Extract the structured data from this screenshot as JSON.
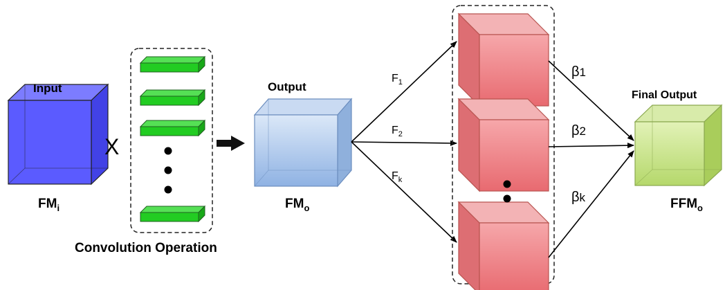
{
  "input": {
    "title": "Input",
    "name_main": "FM",
    "name_sub": "i"
  },
  "operator": {
    "times_symbol": "X"
  },
  "conv": {
    "caption": "Convolution Operation"
  },
  "output": {
    "title": "Output",
    "name_main": "FM",
    "name_sub": "o"
  },
  "branches": [
    {
      "f_main": "F",
      "f_sub": "1",
      "b_main": "β",
      "b_sub": "1"
    },
    {
      "f_main": "F",
      "f_sub": "2",
      "b_main": "β",
      "b_sub": "2"
    },
    {
      "f_main": "F",
      "f_sub": "k",
      "b_main": "β",
      "b_sub": "k"
    }
  ],
  "final": {
    "title": "Final Output",
    "name_main": "FFM",
    "name_sub": "o"
  },
  "colors": {
    "input_cube": "#5b5bff",
    "filter_bar": "#22cc22",
    "output_cube": "#a9c6ec",
    "branch_cube": "#ee7f83",
    "final_cube": "#c5e07f"
  }
}
